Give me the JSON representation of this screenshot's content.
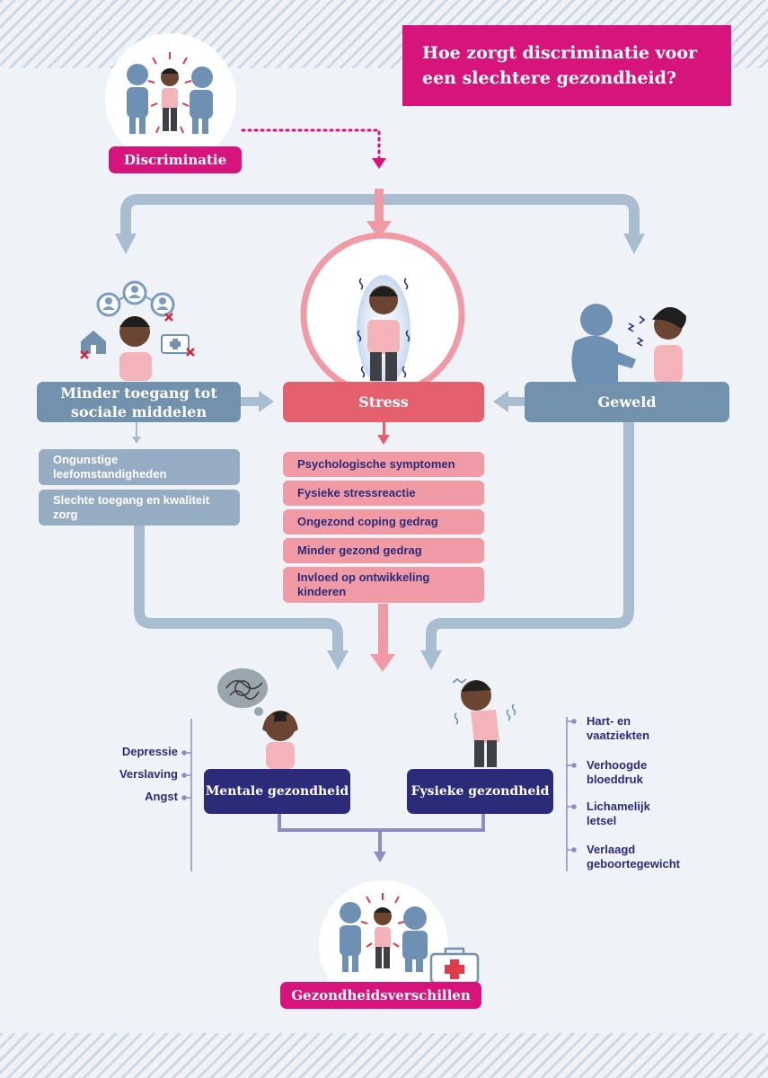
{
  "title": "Hoe zorgt discriminatie voor een slechtere gezondheid?",
  "top_tag": "Discriminatie",
  "columns": {
    "left": {
      "heading": "Minder toegang tot sociale middelen",
      "items": [
        "Ongunstige leefomstandigheden",
        "Slechte toegang en kwaliteit zorg"
      ]
    },
    "center": {
      "heading": "Stress",
      "items": [
        "Psychologische symptomen",
        "Fysieke stressreactie",
        "Ongezond coping gedrag",
        "Minder gezond gedrag",
        "Invloed op ontwikkeling kinderen"
      ]
    },
    "right": {
      "heading": "Geweld"
    }
  },
  "mental": {
    "label": "Mentale gezondheid",
    "conditions": [
      "Depressie",
      "Verslaving",
      "Angst"
    ]
  },
  "physical": {
    "label": "Fysieke gezondheid",
    "conditions": [
      "Hart- en vaatziekten",
      "Verhoogde bloeddruk",
      "Lichamelijk letsel",
      "Verlaagd geboortegewicht"
    ]
  },
  "bottom_tag": "Gezondheidsverschillen",
  "colors": {
    "magenta": "#d6147c",
    "steel_blue": "#7291ac",
    "light_blue": "#95acc2",
    "arrow_blue": "#a9bdd0",
    "stress_red": "#e5606e",
    "pink": "#f09aa6",
    "navy": "#2c2b7a",
    "background": "#eff3f7"
  }
}
